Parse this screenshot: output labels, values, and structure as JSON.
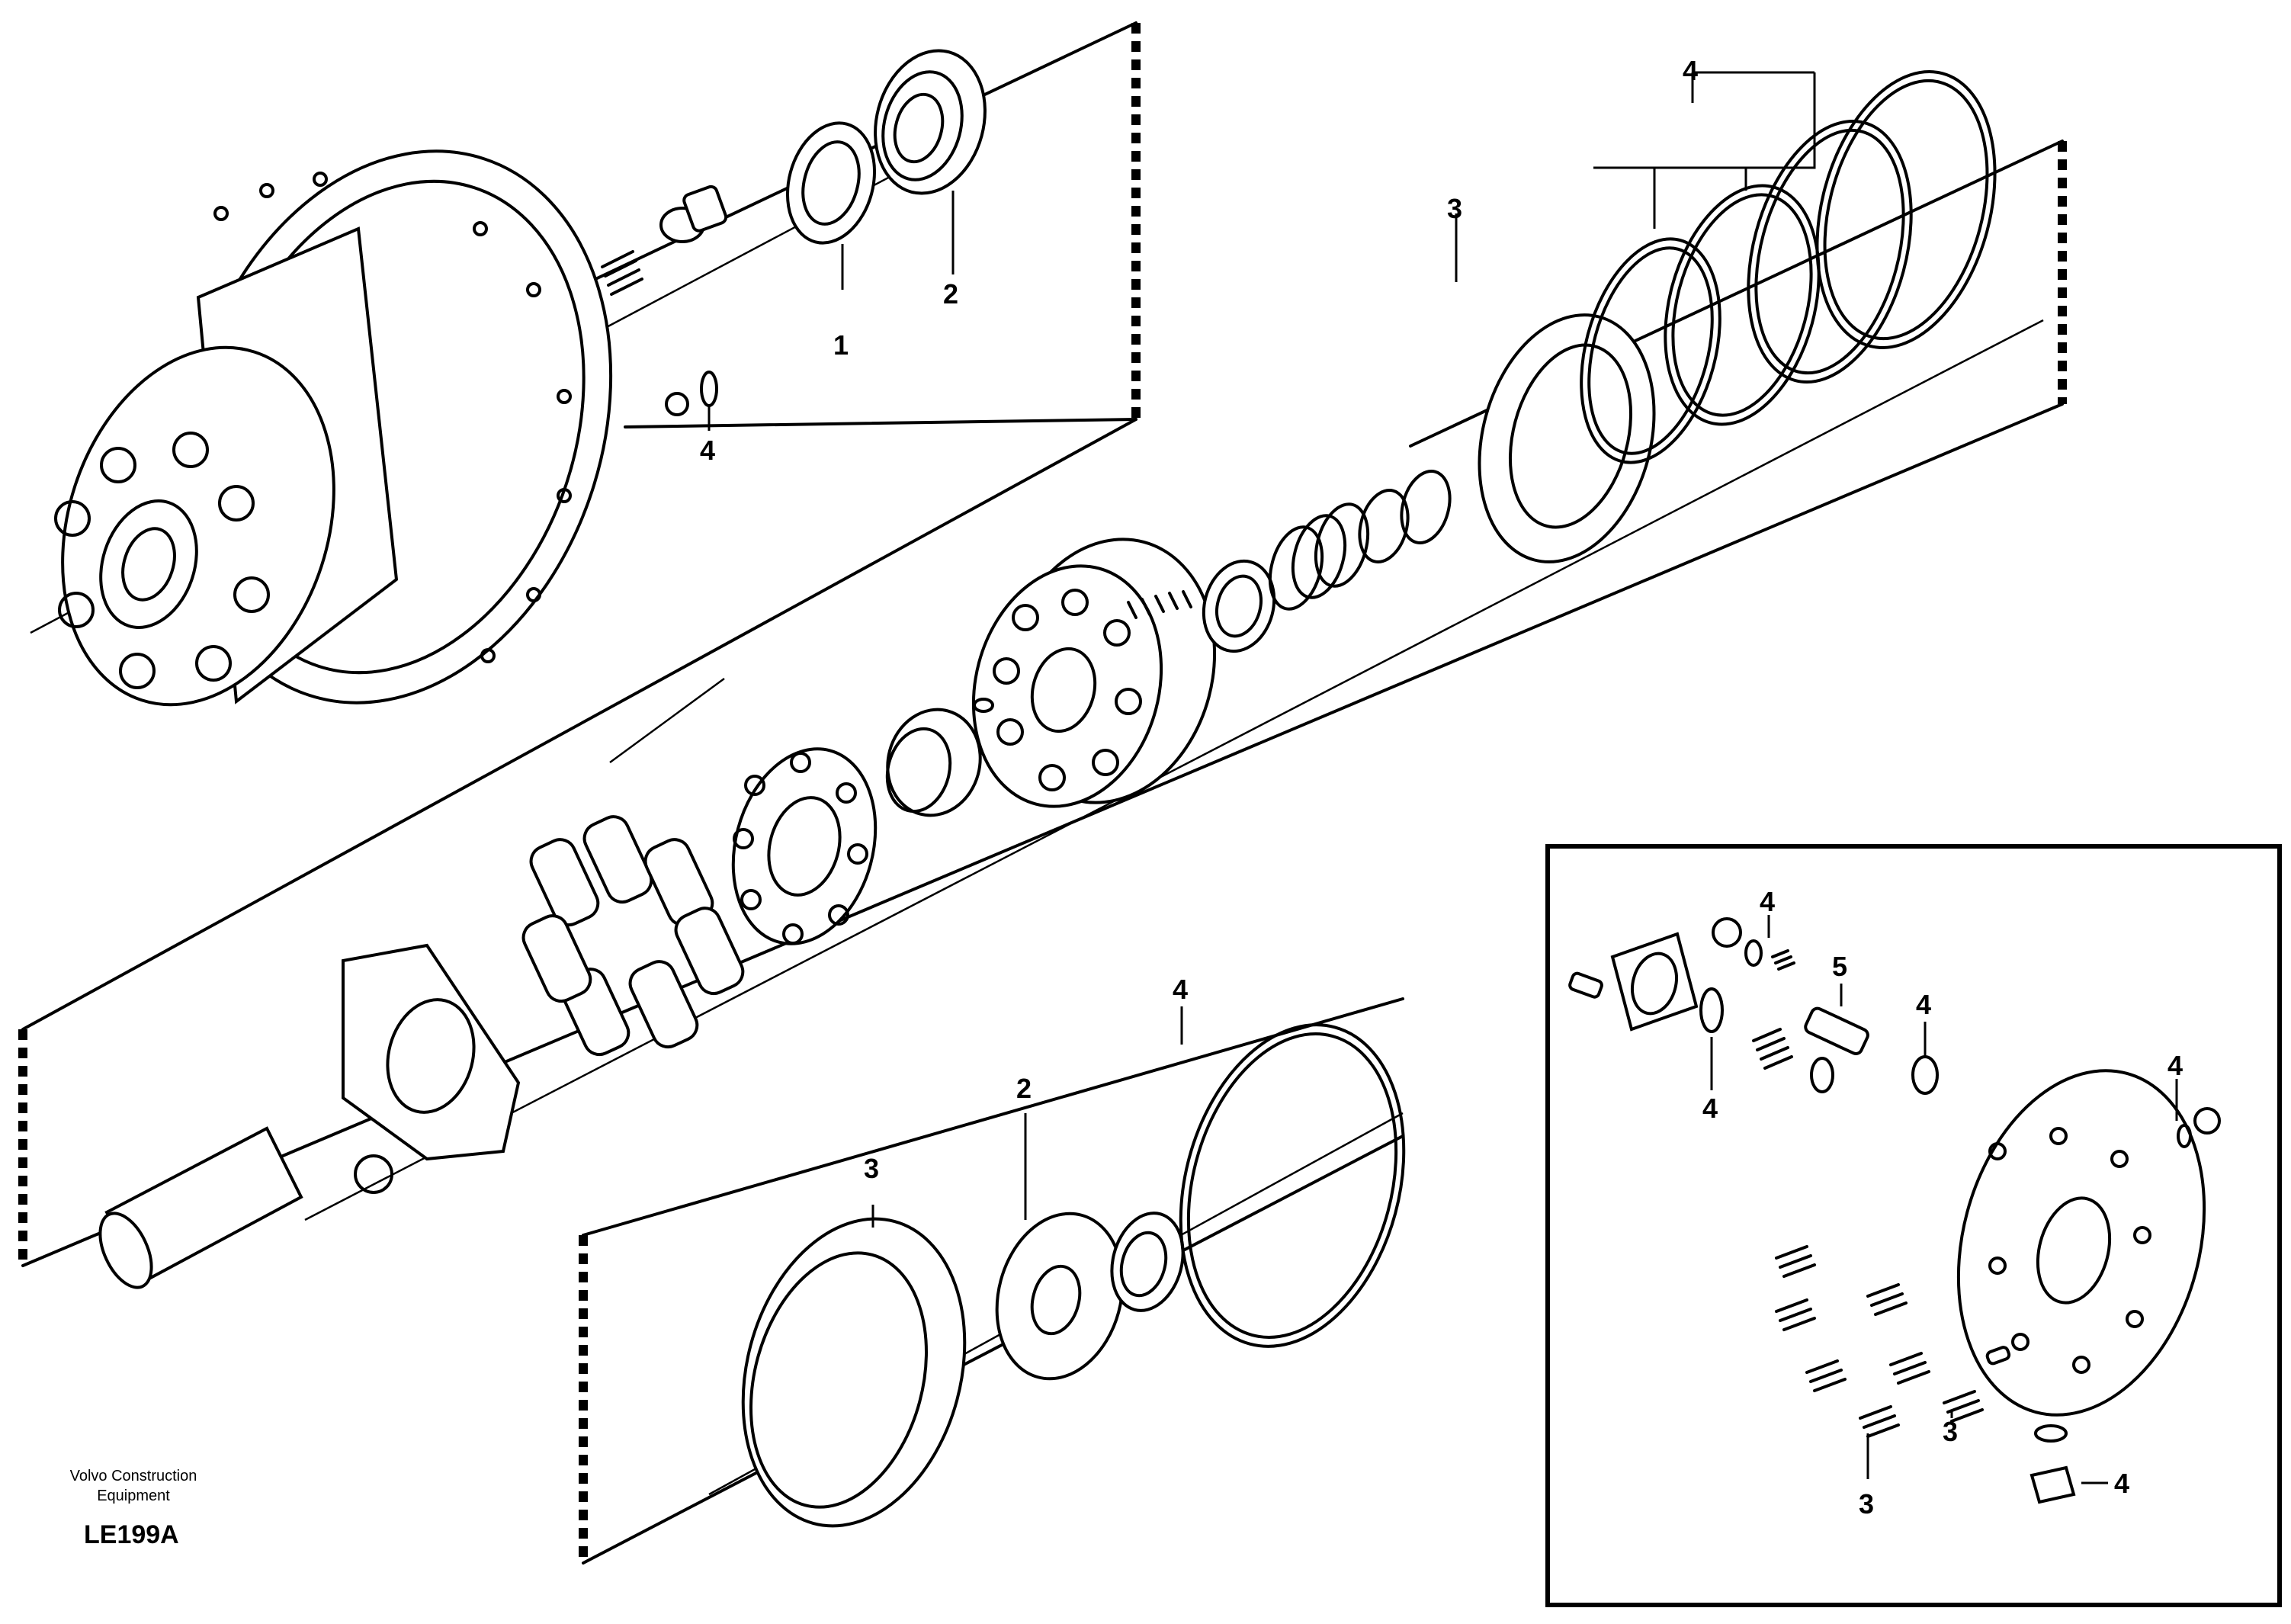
{
  "callouts": {
    "c_seal_1": "1",
    "c_bearing_2": "2",
    "c_oring_top_4": "4",
    "c_rings_4": "4",
    "c_plate_3": "3",
    "c_large_oring_4": "4",
    "c_bearing_lower_2": "2",
    "c_housing_3": "3",
    "inset_4a": "4",
    "inset_5": "5",
    "inset_4b": "4",
    "inset_4c": "4",
    "inset_4d": "4",
    "inset_3a": "3",
    "inset_3b": "3",
    "inset_4e": "4"
  },
  "footer": {
    "brand_line1": "Volvo Construction",
    "brand_line2": "Equipment",
    "code": "LE199A"
  }
}
